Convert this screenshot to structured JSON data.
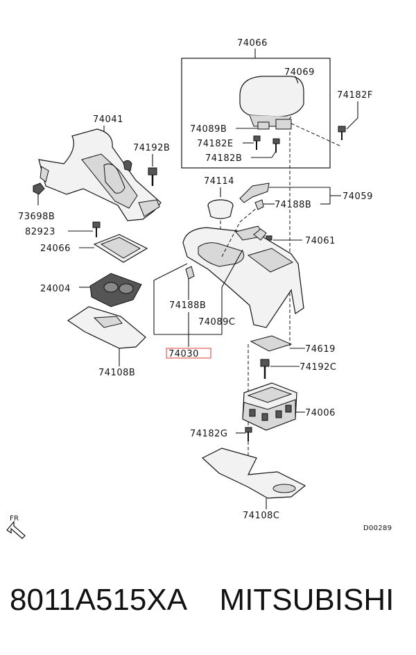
{
  "parts": {
    "p74066": "74066",
    "p74069": "74069",
    "p74182F": "74182F",
    "p74089B": "74089B",
    "p74182E": "74182E",
    "p74182B": "74182B",
    "p74041": "74041",
    "p74192B": "74192B",
    "p73698B": "73698B",
    "p74114": "74114",
    "p74059": "74059",
    "p74188B_top": "74188B",
    "p82923": "82923",
    "p24066": "24066",
    "p74061": "74061",
    "p24004": "24004",
    "p74188B_mid": "74188B",
    "p74089C": "74089C",
    "p74030": "74030",
    "p74108B": "74108B",
    "p74619": "74619",
    "p74192C": "74192C",
    "p74006": "74006",
    "p74182G": "74182G",
    "p74108C": "74108C"
  },
  "direction_label": "FR",
  "diagram_code": "D00289",
  "caption": "8011A515XA    MITSUBISHI",
  "colors": {
    "highlight_box": "#e53935"
  }
}
